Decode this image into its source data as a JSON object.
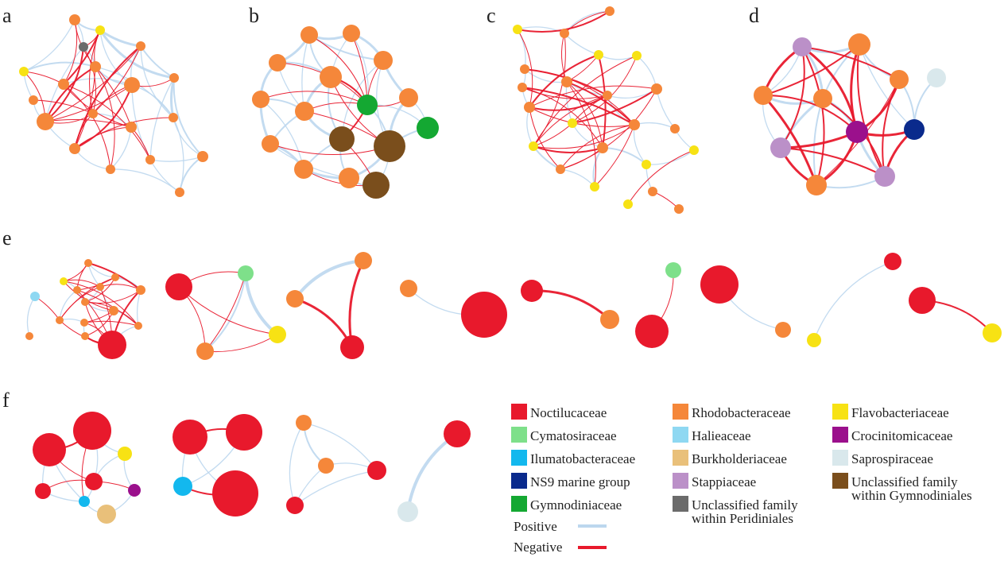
{
  "panels": [
    {
      "label": "a"
    },
    {
      "label": "b"
    },
    {
      "label": "c"
    },
    {
      "label": "d"
    },
    {
      "label": "e"
    },
    {
      "label": "f"
    }
  ],
  "colors": {
    "positive_edge": "#bcd7ee",
    "negative_edge": "#e8192c"
  },
  "legend": {
    "families": [
      {
        "key": "noct",
        "name": "Noctilucaceae",
        "color": "#e8192c"
      },
      {
        "key": "cyma",
        "name": "Cymatosiraceae",
        "color": "#7ee08a"
      },
      {
        "key": "ilum",
        "name": "Ilumatobacteraceae",
        "color": "#13b8ee"
      },
      {
        "key": "ns9",
        "name": "NS9 marine group",
        "color": "#0a2a8c"
      },
      {
        "key": "gymn",
        "name": "Gymnodiniaceae",
        "color": "#14a832"
      },
      {
        "key": "rhod",
        "name": "Rhodobacteraceae",
        "color": "#f5873a"
      },
      {
        "key": "hali",
        "name": "Halieaceae",
        "color": "#8fd8f2"
      },
      {
        "key": "burk",
        "name": "Burkholderiaceae",
        "color": "#e9c07a"
      },
      {
        "key": "stap",
        "name": "Stappiaceae",
        "color": "#bb90c8"
      },
      {
        "key": "peri",
        "name": "Unclassified family within Peridiniales",
        "name_lines": [
          "Unclassified family",
          "within Peridiniales"
        ],
        "color": "#6b6b6b"
      },
      {
        "key": "flav",
        "name": "Flavobacteriaceae",
        "color": "#f7e214"
      },
      {
        "key": "croc",
        "name": "Crocinitomicaceae",
        "color": "#9b108c"
      },
      {
        "key": "sapr",
        "name": "Saprospiraceae",
        "color": "#d9e8ec"
      },
      {
        "key": "gymd",
        "name": "Unclassified family within Gymnodiniales",
        "name_lines": [
          "Unclassified family",
          "within Gymnodiniales"
        ],
        "color": "#7a4e1c"
      }
    ],
    "edges": [
      {
        "key": "positive",
        "name": "Positive"
      },
      {
        "key": "negative",
        "name": "Negative"
      }
    ]
  }
}
